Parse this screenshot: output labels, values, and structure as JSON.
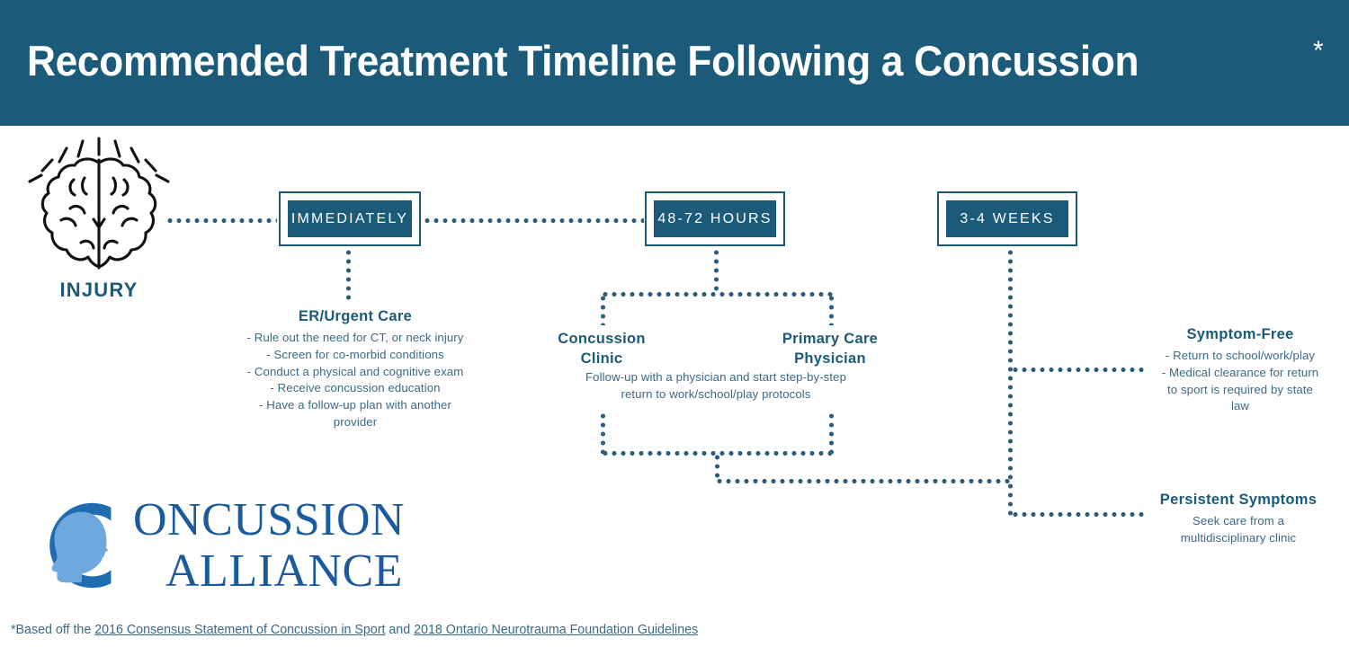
{
  "header": {
    "title": "Recommended Treatment Timeline Following a Concussion",
    "asterisk": "*",
    "bg_color": "#1b5a78",
    "text_color": "#ffffff"
  },
  "theme": {
    "primary": "#1b5a78",
    "dotted_line": "#2c5f7e",
    "body_text": "#3a6a85",
    "logo_blue": "#1c5a9e",
    "logo_head": "#6fa8dc"
  },
  "start_node": {
    "icon": "brain-icon",
    "label": "INJURY"
  },
  "timeline": [
    {
      "id": "immediately",
      "label": "IMMEDIATELY"
    },
    {
      "id": "hours-48-72",
      "label": "48-72 HOURS"
    },
    {
      "id": "weeks-3-4",
      "label": "3-4 WEEKS"
    }
  ],
  "blocks": [
    {
      "id": "er-urgent-care",
      "title": "ER/Urgent Care",
      "lines": [
        "- Rule out the need for CT, or neck injury",
        "- Screen for co-morbid conditions",
        "- Conduct a physical and cognitive exam",
        "- Receive concussion education",
        "- Have a follow-up plan with another",
        "provider"
      ]
    },
    {
      "id": "concussion-clinic",
      "title_line1": "Concussion",
      "title_line2": "Clinic"
    },
    {
      "id": "primary-care-physician",
      "title_line1": "Primary Care",
      "title_line2": "Physician"
    },
    {
      "id": "follow-up-note",
      "lines": [
        "Follow-up with a physician and start step-by-step",
        "return to work/school/play protocols"
      ]
    },
    {
      "id": "symptom-free",
      "title": "Symptom-Free",
      "lines": [
        "- Return to school/work/play",
        "- Medical clearance for return",
        "to sport is required by state",
        "law"
      ]
    },
    {
      "id": "persistent-symptoms",
      "title": "Persistent Symptoms",
      "lines": [
        "Seek care from a",
        "multidisciplinary clinic"
      ]
    }
  ],
  "logo": {
    "line1": "ONCUSSION",
    "line2": "ALLIANCE",
    "mark": "c-ring-with-head-icon"
  },
  "footer": {
    "prefix": "*Based off the ",
    "link1": "2016 Consensus Statement of Concussion in Sport",
    "middle": " and ",
    "link2": "2018 Ontario Neurotrauma Foundation Guidelines"
  }
}
